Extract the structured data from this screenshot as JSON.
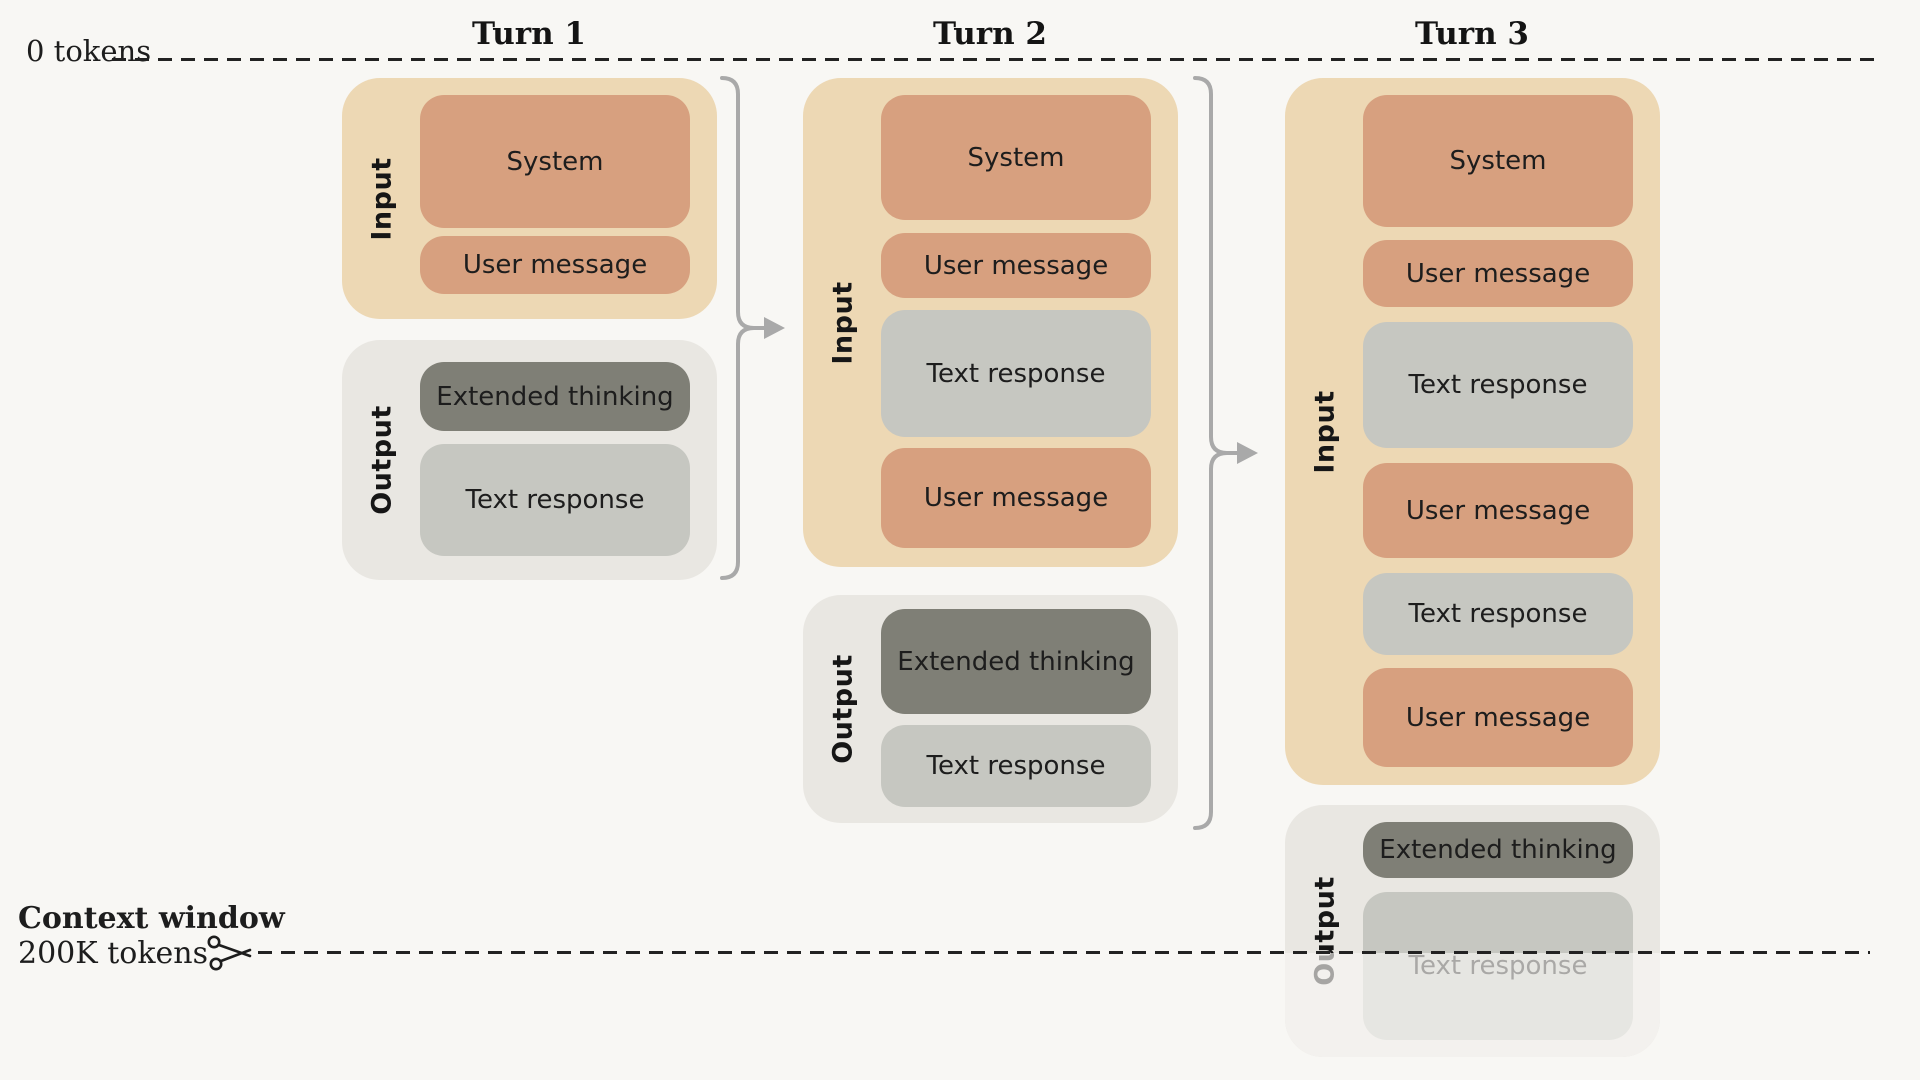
{
  "top_axis": {
    "label": "0 tokens"
  },
  "bottom_axis": {
    "title": "Context window",
    "value": "200K tokens"
  },
  "icons": {
    "cut_marker": "scissors-icon"
  },
  "turns": [
    {
      "title": "Turn 1",
      "input": {
        "label": "Input",
        "blocks": [
          {
            "type": "system",
            "label": "System"
          },
          {
            "type": "user",
            "label": "User message"
          }
        ]
      },
      "output": {
        "label": "Output",
        "blocks": [
          {
            "type": "thinking",
            "label": "Extended thinking"
          },
          {
            "type": "response",
            "label": "Text response"
          }
        ]
      }
    },
    {
      "title": "Turn 2",
      "input": {
        "label": "Input",
        "blocks": [
          {
            "type": "system",
            "label": "System"
          },
          {
            "type": "user",
            "label": "User message"
          },
          {
            "type": "response",
            "label": "Text response"
          },
          {
            "type": "user",
            "label": "User message"
          }
        ]
      },
      "output": {
        "label": "Output",
        "blocks": [
          {
            "type": "thinking",
            "label": "Extended thinking"
          },
          {
            "type": "response",
            "label": "Text response"
          }
        ]
      }
    },
    {
      "title": "Turn 3",
      "input": {
        "label": "Input",
        "blocks": [
          {
            "type": "system",
            "label": "System"
          },
          {
            "type": "user",
            "label": "User message"
          },
          {
            "type": "response",
            "label": "Text response"
          },
          {
            "type": "user",
            "label": "User message"
          },
          {
            "type": "response",
            "label": "Text response"
          },
          {
            "type": "user",
            "label": "User message"
          }
        ]
      },
      "output": {
        "label": "Output",
        "blocks": [
          {
            "type": "thinking",
            "label": "Extended thinking"
          },
          {
            "type": "response",
            "label": "Text response"
          }
        ]
      }
    }
  ],
  "colors": {
    "background": "#f8f7f4",
    "input_container": "#edd8b4",
    "output_container": "#e9e7e2",
    "system_user_block": "#d7a07f",
    "text_response_block": "#c6c7c1",
    "extended_thinking_block": "#7f7f76",
    "bracket_arrow": "#a9a9a9",
    "dashed_line": "#222222",
    "text": "#1d1d1d"
  }
}
